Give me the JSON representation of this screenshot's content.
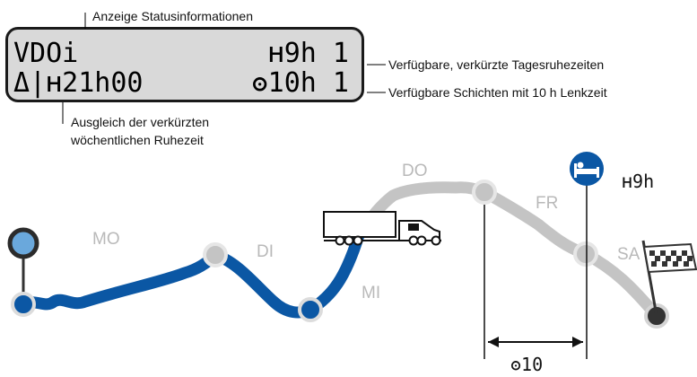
{
  "display": {
    "line1_left": "VDOi",
    "line1_right": "ʜ9h 1",
    "line2_left": "Δ|ʜ21h00",
    "line2_right": "ʘ10h 1"
  },
  "callouts": {
    "status": "Anzeige Statusinformationen",
    "reduced_rest": "Verfügbare, verkürzte Tagesruhezeiten",
    "shifts": "Verfügbare Schichten mit 10 h Lenkzeit",
    "compensation_line1": "Ausgleich der verkürzten",
    "compensation_line2": "wöchentlichen Ruhezeit"
  },
  "days": {
    "mo": "MO",
    "di": "DI",
    "mi": "MI",
    "do": "DO",
    "fr": "FR",
    "sa": "SA"
  },
  "labels": {
    "rest_symbol": "ʜ9h",
    "drive_symbol": "ʘ10"
  },
  "colors": {
    "route_done": "#0b57a4",
    "route_planned": "#c4c4c4",
    "day_text": "#b9b9b9",
    "pin": "#6aa8dc",
    "rest_badge": "#0b57a4",
    "lcd_bg": "#d9d9d9"
  },
  "icons": {
    "start": "map-pin-icon",
    "truck": "truck-icon",
    "finish": "checkered-flag-icon",
    "rest": "bed-icon"
  }
}
